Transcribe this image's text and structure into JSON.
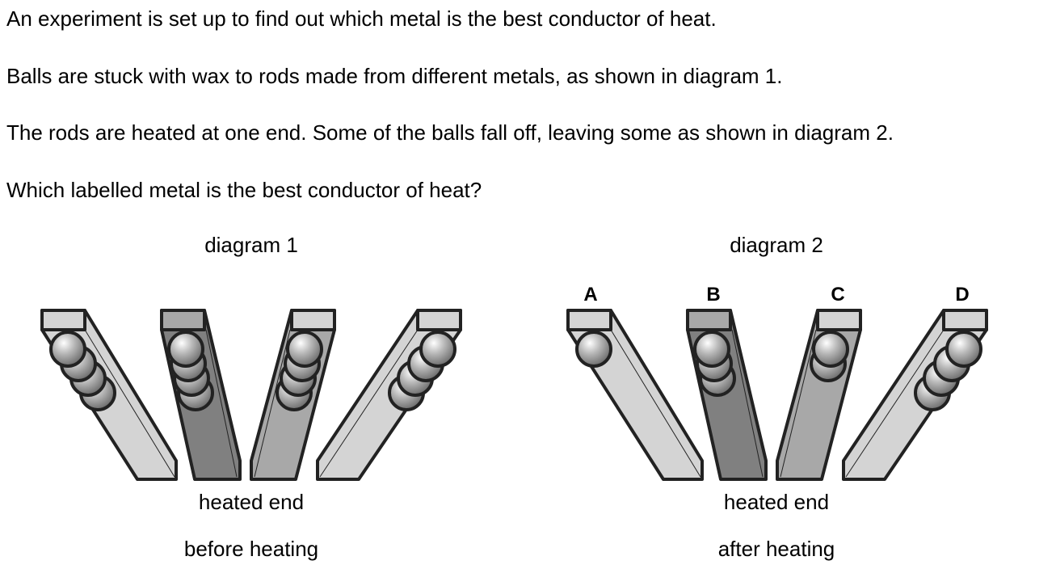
{
  "question": {
    "line1": "An experiment is set up to find out which metal is the best conductor of heat.",
    "line2": "Balls are stuck with wax to rods made from different metals, as shown in diagram 1.",
    "line3": "The rods are heated at one end. Some of the balls fall off, leaving some as shown in diagram 2.",
    "line4": "Which labelled metal is the best conductor of heat?"
  },
  "diagram1": {
    "title": "diagram 1",
    "heated_label": "heated end",
    "caption": "before heating",
    "balls_per_rod": [
      4,
      4,
      4,
      4
    ]
  },
  "diagram2": {
    "title": "diagram 2",
    "heated_label": "heated end",
    "caption": "after heating",
    "rod_labels": [
      "A",
      "B",
      "C",
      "D"
    ],
    "balls_per_rod": [
      1,
      3,
      2,
      4
    ]
  },
  "colors": {
    "light_metal": "#d4d4d4",
    "dark_metal": "#808080",
    "medium_metal": "#a8a8a8"
  }
}
